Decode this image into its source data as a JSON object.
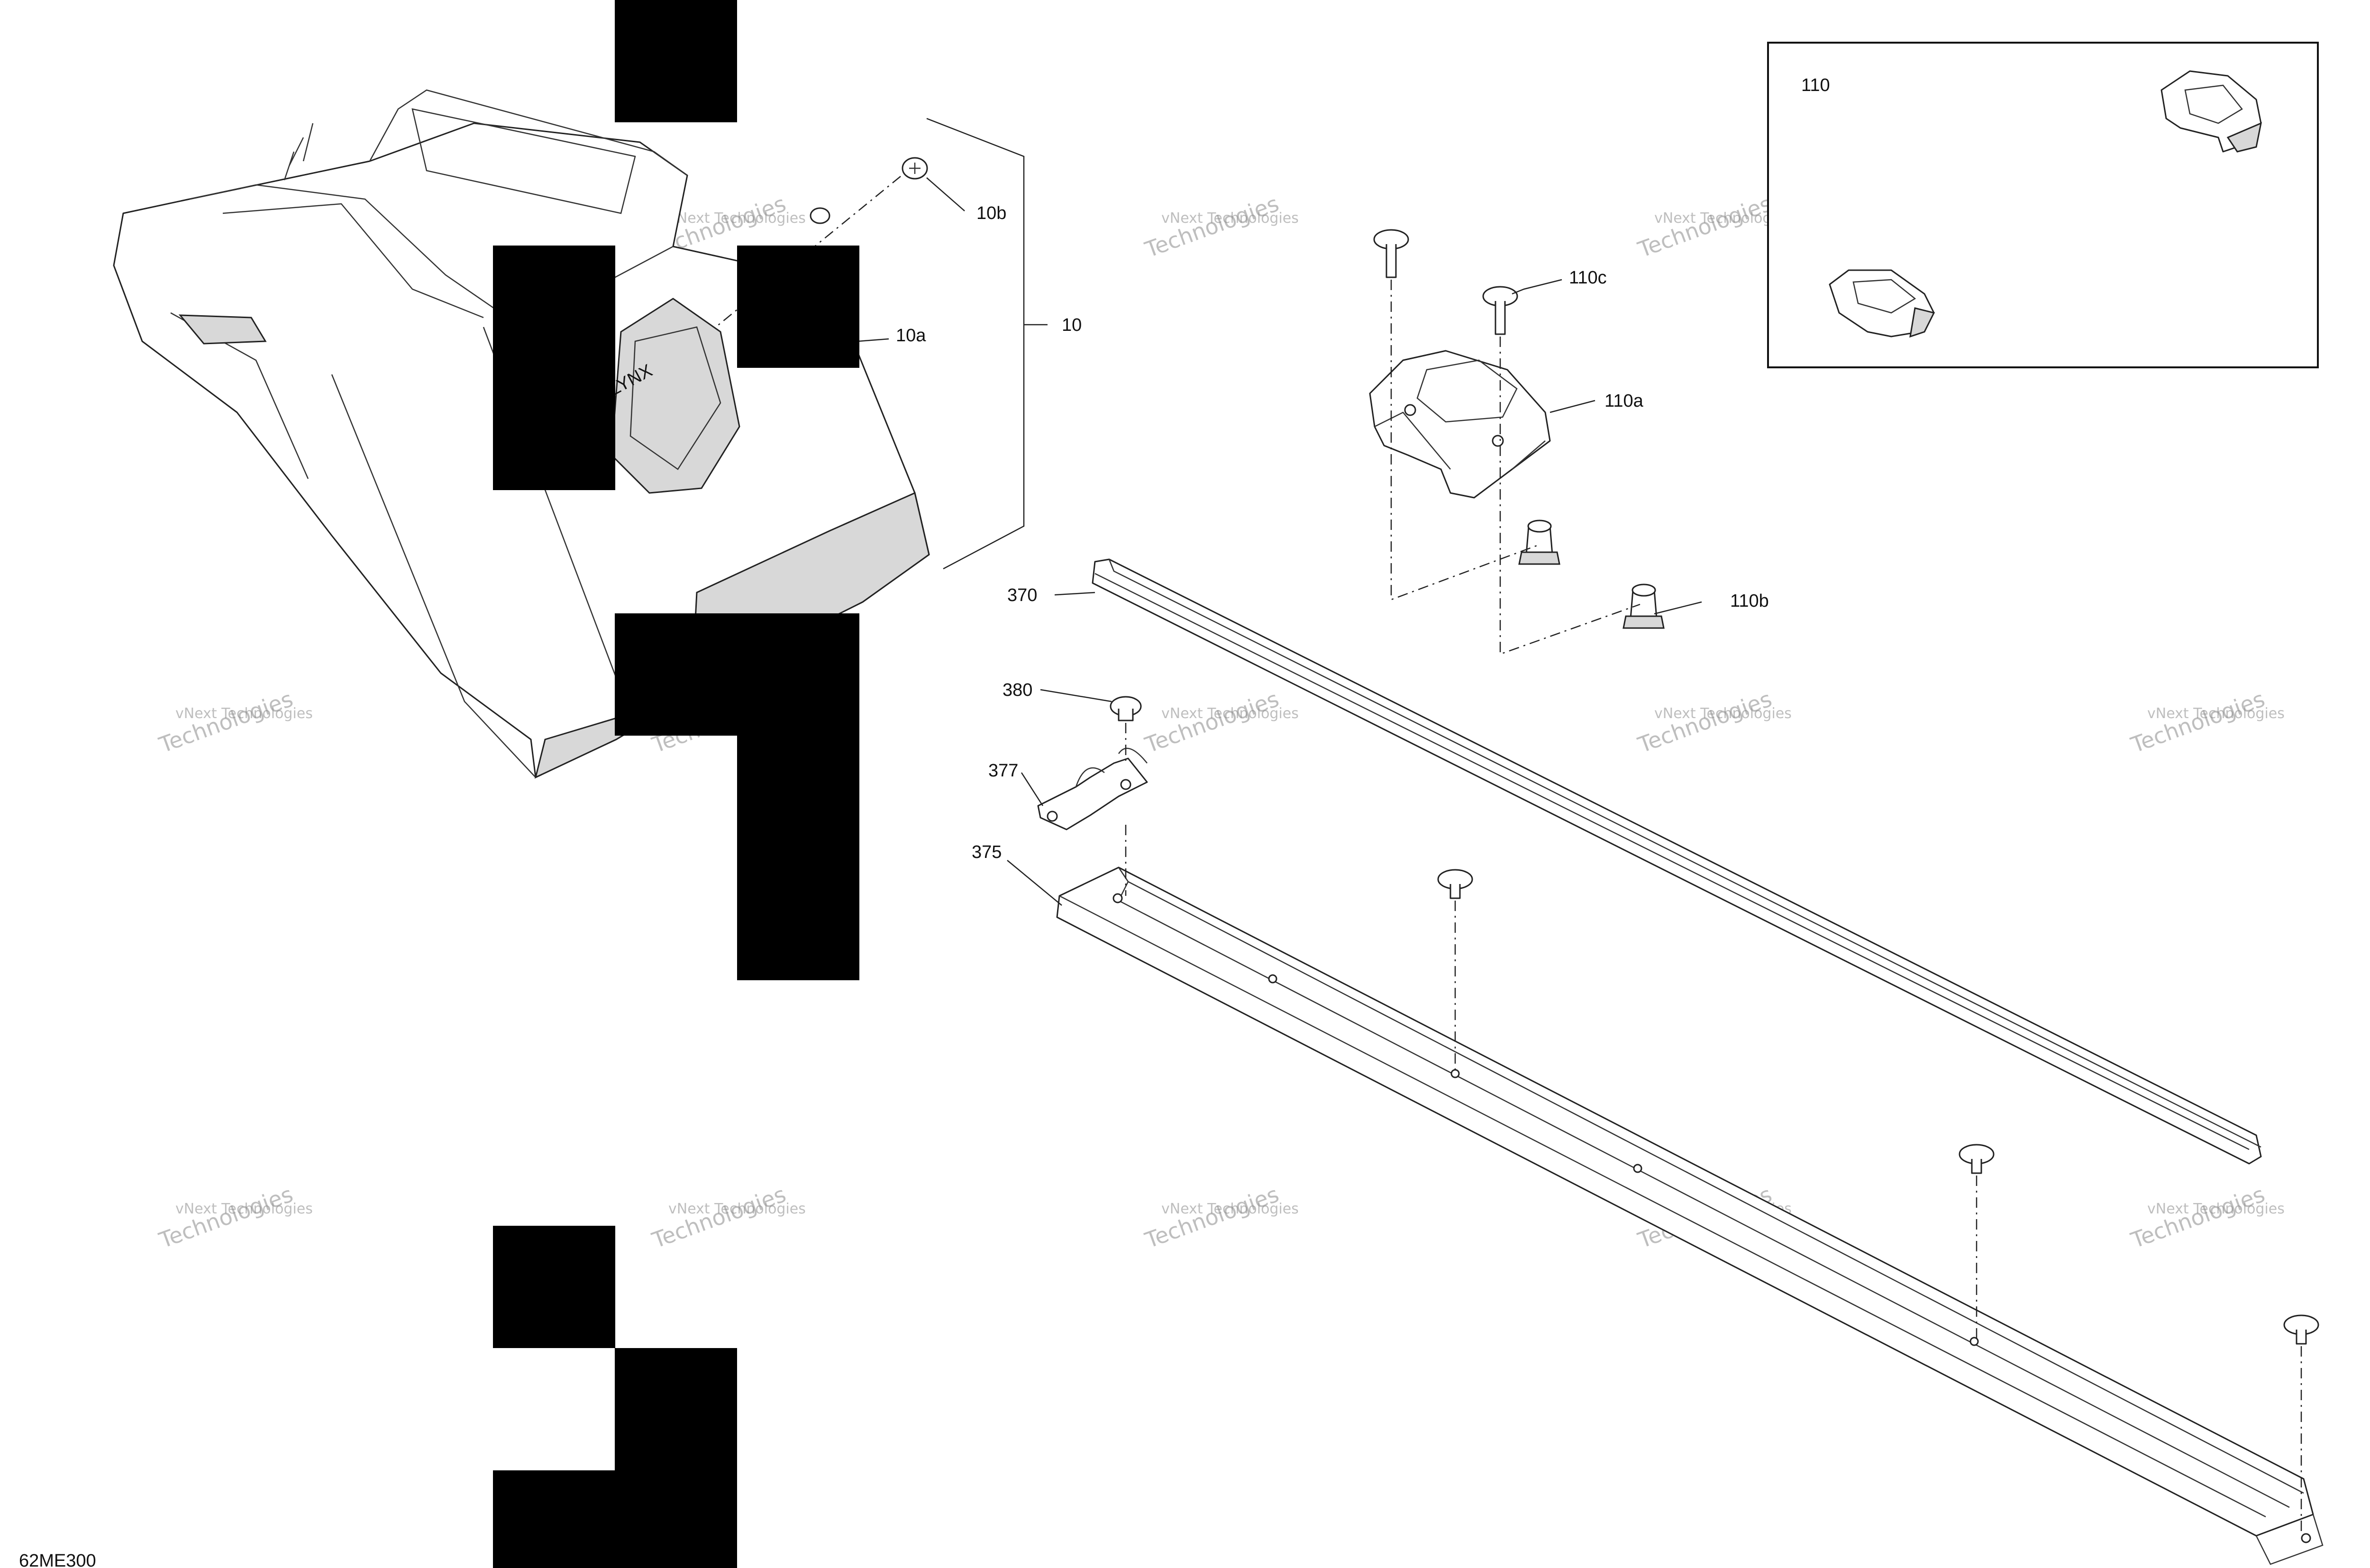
{
  "labels": {
    "l10": "10",
    "l10a": "10a",
    "l10b": "10b",
    "l110": "110",
    "l110a": "110a",
    "l110b": "110b",
    "l110c": "110c",
    "l370": "370",
    "l375": "375",
    "l377": "377",
    "l380": "380"
  },
  "figure_id": "62ME300",
  "watermark": {
    "line1": "vNext Technologies",
    "line2": "Technologies"
  }
}
